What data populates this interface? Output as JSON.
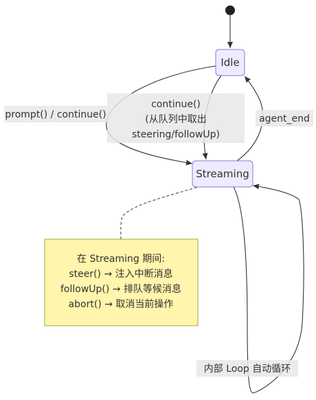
{
  "states": {
    "idle": "Idle",
    "streaming": "Streaming"
  },
  "transitions": {
    "prompt_continue": "prompt() / continue()",
    "continue_line1": "continue()",
    "continue_line2": "(从队列中取出",
    "continue_line3": "steering/followUp)",
    "agent_end": "agent_end",
    "inner_loop": "内部 Loop 自动循环"
  },
  "note": {
    "title": "在 Streaming 期间:",
    "line1": "steer() → 注入中断消息",
    "line2": "followUp() → 排队等候消息",
    "line3": "abort() → 取消当前操作"
  },
  "colors": {
    "state_fill": "#ECECFF",
    "state_stroke": "#9370DB",
    "note_fill": "#FFF5AD",
    "note_stroke": "#AAAA33",
    "label_bg": "#E8E8E8",
    "line": "#333333"
  }
}
